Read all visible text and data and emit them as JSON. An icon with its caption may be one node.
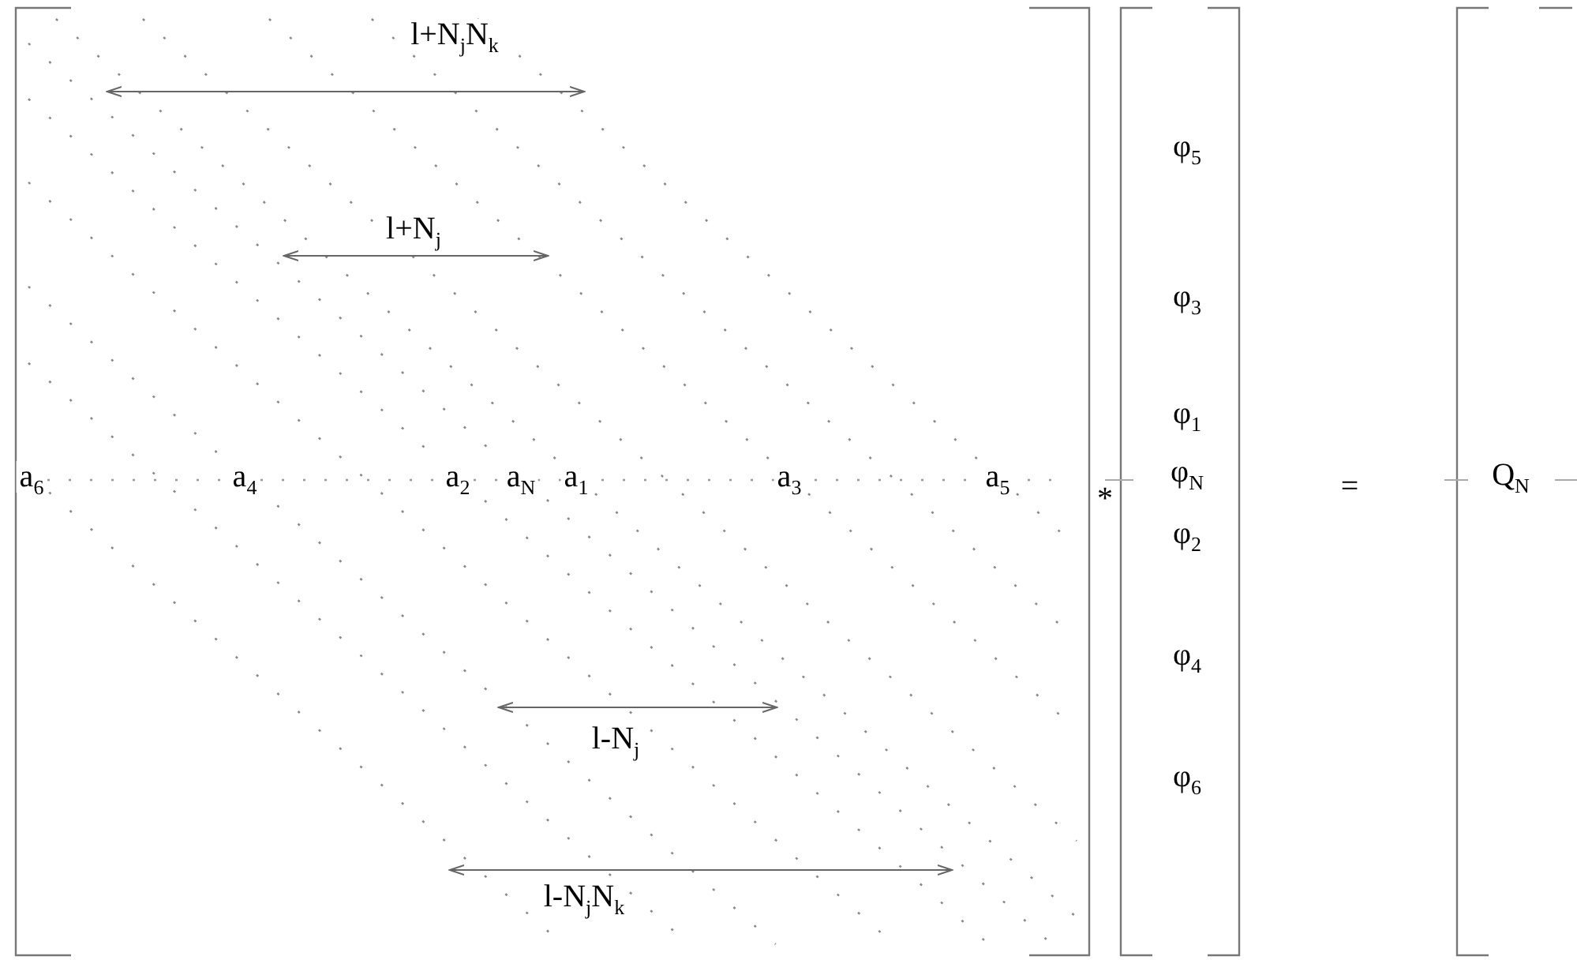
{
  "diagram": {
    "labels": [
      "l+N$_{j}$N$_{k}$",
      "φ$_{5}$",
      "l+N$_{j}$",
      "φ$_{3}$",
      "φ$_{1}$",
      "a$_{6}$",
      "a$_{4}$",
      "a$_{2}$",
      "a$_{N}$",
      "a$_{1}$",
      "a$_{3}$",
      "a$_{5}$",
      "*",
      "φ$_{N}$",
      "=",
      "Q$_{N}$",
      "φ$_{2}$",
      "φ$_{4}$",
      "l-N$_{j}$",
      "φ$_{6}$",
      "l-N$_{j}$N$_{k}$"
    ]
  }
}
